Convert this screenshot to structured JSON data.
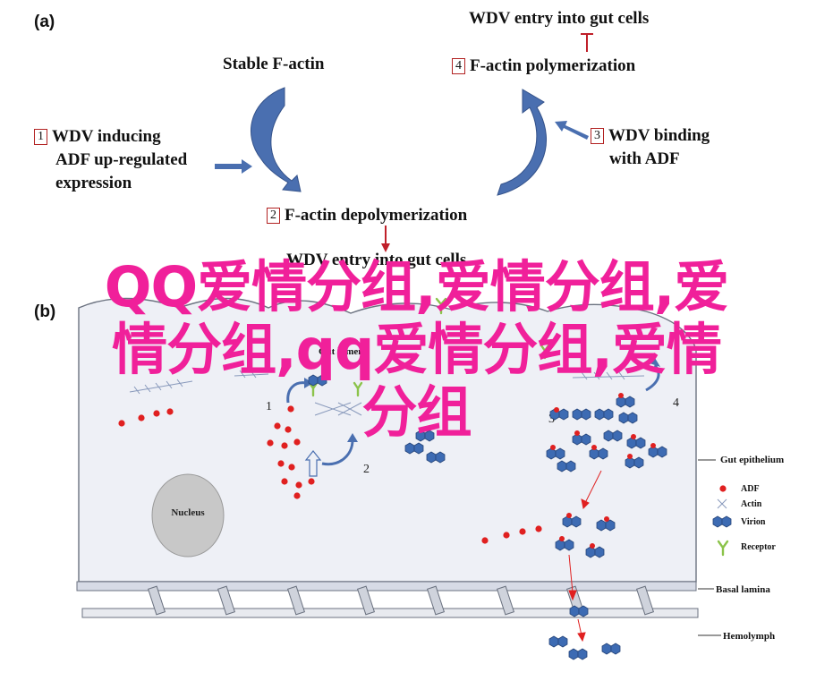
{
  "panel_a": {
    "label": "(a)",
    "top_title": "WDV entry into gut cells",
    "stable_factin": "Stable F-actin",
    "steps": [
      {
        "num": "1",
        "lines": [
          "WDV inducing",
          "ADF up-regulated",
          "expression"
        ]
      },
      {
        "num": "2",
        "lines": [
          "F-actin depolymerization"
        ]
      },
      {
        "num": "3",
        "lines": [
          "WDV binding",
          "with ADF"
        ]
      },
      {
        "num": "4",
        "lines": [
          "F-actin polymerization"
        ]
      }
    ],
    "bottom_title": "WDV entry into gut cells"
  },
  "panel_b": {
    "label": "(b)",
    "cell_label": "Gut lumen",
    "nucleus_label": "Nucleus",
    "step_numbers": [
      "1",
      "2",
      "3",
      "4"
    ],
    "layers": [
      "Gut epithelium",
      "Basal lamina",
      "Hemolymph"
    ],
    "legend": [
      {
        "label": "ADF",
        "icon": "red-dot-icon"
      },
      {
        "label": "Actin",
        "icon": "cross-icon"
      },
      {
        "label": "Virion",
        "icon": "hexagon-pair-icon"
      },
      {
        "label": "Receptor",
        "icon": "y-receptor-icon"
      }
    ]
  },
  "overlay_text": {
    "line1": "QQ爱情分组,爱情分组,爱",
    "line2": "情分组,qq爱情分组,爱情",
    "line3": "分组"
  },
  "colors": {
    "arrow_blue": "#4a6fb0",
    "cell_fill": "#eef0f6",
    "virion": "#3d6bb3",
    "adf_red": "#e02020",
    "receptor": "#8bc34a",
    "overlay": "#f0209a"
  }
}
